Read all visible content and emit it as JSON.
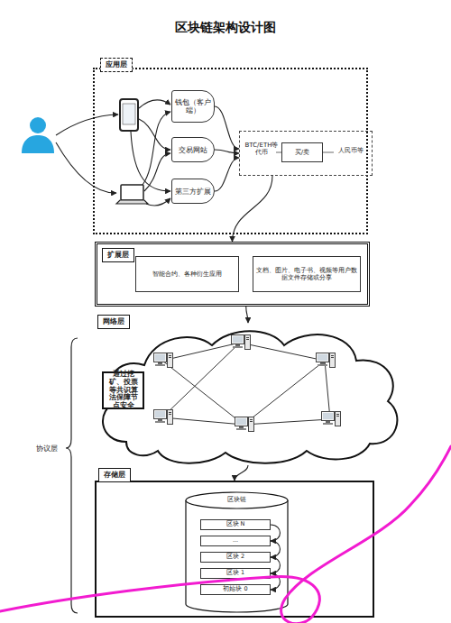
{
  "diagram": {
    "title": "区块链架构设计图",
    "nodes": [
      {
        "text": [
          "应用层"
        ]
      },
      {
        "text": [
          "钱包（客户端）"
        ],
        "in": 0
      },
      {
        "text": [
          "交易网站"
        ],
        "in": 0
      },
      {
        "text": [
          "第三方扩展"
        ],
        "in": 0
      },
      {
        "text": [
          "BTC/ETH等代币",
          "人民币等"
        ],
        "in": 0
      },
      {
        "text": [
          "买/卖"
        ],
        "in": 4
      },
      {
        "text": [
          "扩展层"
        ]
      },
      {
        "text": [
          "智能合约、各种衍生应用"
        ],
        "in": 6
      },
      {
        "text": [
          "文档、图片、电子书、视频等用户数据文件存储或分享"
        ],
        "in": 6
      },
      {
        "text": [
          "网络层"
        ]
      },
      {
        "text": [
          "通过挖矿、投票等共识算法保障节点安全"
        ],
        "in": 9
      },
      {
        "text": [
          "存储层"
        ]
      },
      {
        "text": [
          "区块链"
        ],
        "in": 11
      },
      {
        "text": [
          "区块 N"
        ],
        "in": 12
      },
      {
        "text": [
          "..."
        ],
        "in": 12
      },
      {
        "text": [
          "区块 2"
        ],
        "in": 12
      },
      {
        "text": [
          "区块 1"
        ],
        "in": 12
      },
      {
        "text": [
          "初始块 0"
        ],
        "in": 12
      }
    ],
    "edges": [
      {
        "from": 1,
        "to": 4,
        "arrow": "to"
      },
      {
        "from": 2,
        "to": 4,
        "arrow": "to"
      },
      {
        "from": 3,
        "to": 4,
        "arrow": "to"
      },
      {
        "from": 4,
        "to": 6,
        "arrow": "to"
      },
      {
        "from": 6,
        "to": 9,
        "arrow": "to"
      },
      {
        "from": 9,
        "to": 11,
        "arrow": "to"
      },
      {
        "from": 13,
        "to": 14,
        "arrow": "to"
      },
      {
        "from": 14,
        "to": 15,
        "arrow": "to"
      },
      {
        "from": 15,
        "to": 16,
        "arrow": "to"
      },
      {
        "from": 16,
        "to": 17,
        "arrow": "to"
      }
    ],
    "labels": [
      "协议层"
    ]
  }
}
